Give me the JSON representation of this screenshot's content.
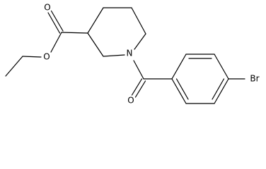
{
  "structure": {
    "atoms": {
      "ester_carbonyl_oxygen": "O",
      "ester_ether_oxygen": "O",
      "ring_nitrogen": "N",
      "amide_oxygen": "O",
      "bromine": "Br"
    }
  }
}
